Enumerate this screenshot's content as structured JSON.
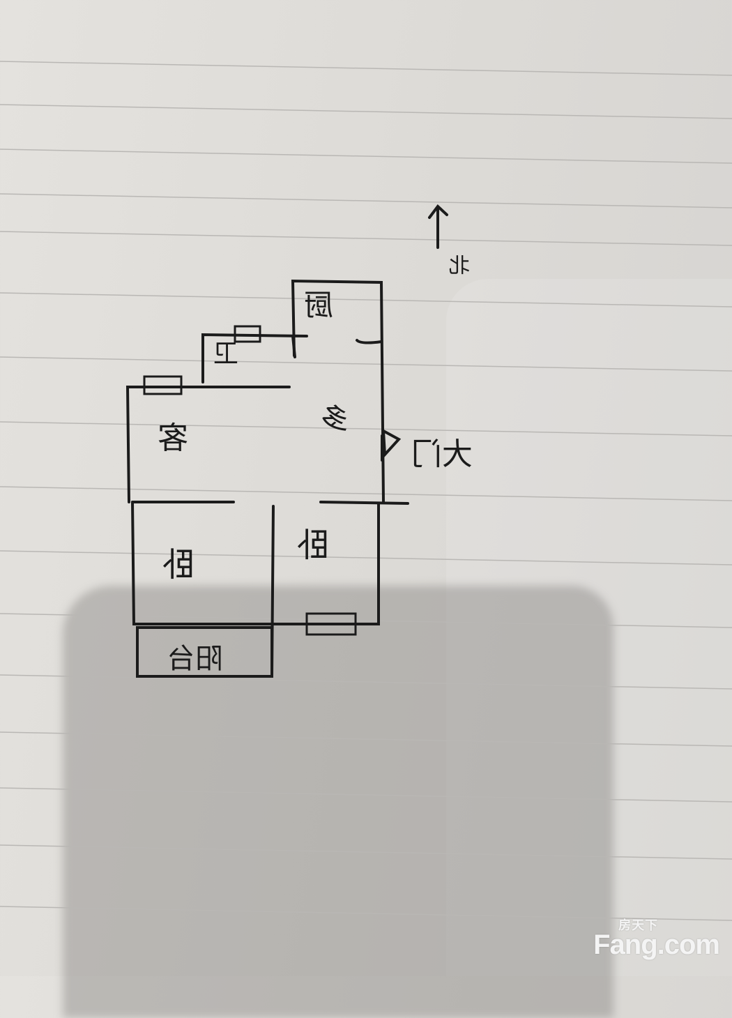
{
  "floor_plan": {
    "compass": {
      "label": "北",
      "icon": "north-arrow-icon"
    },
    "rooms": {
      "kitchen": "厨",
      "bathroom": "卫",
      "living_room": "客",
      "dining": "多",
      "bedroom_left": "卧",
      "bedroom_right": "卧",
      "balcony": "阳台"
    },
    "entrance": "大门"
  },
  "watermark": {
    "cn": "房天下",
    "en": "Fang.com"
  },
  "colors": {
    "ink": "#1b1b1b",
    "paper": "#dedcd8",
    "rule_line": "#b9b7b4"
  }
}
